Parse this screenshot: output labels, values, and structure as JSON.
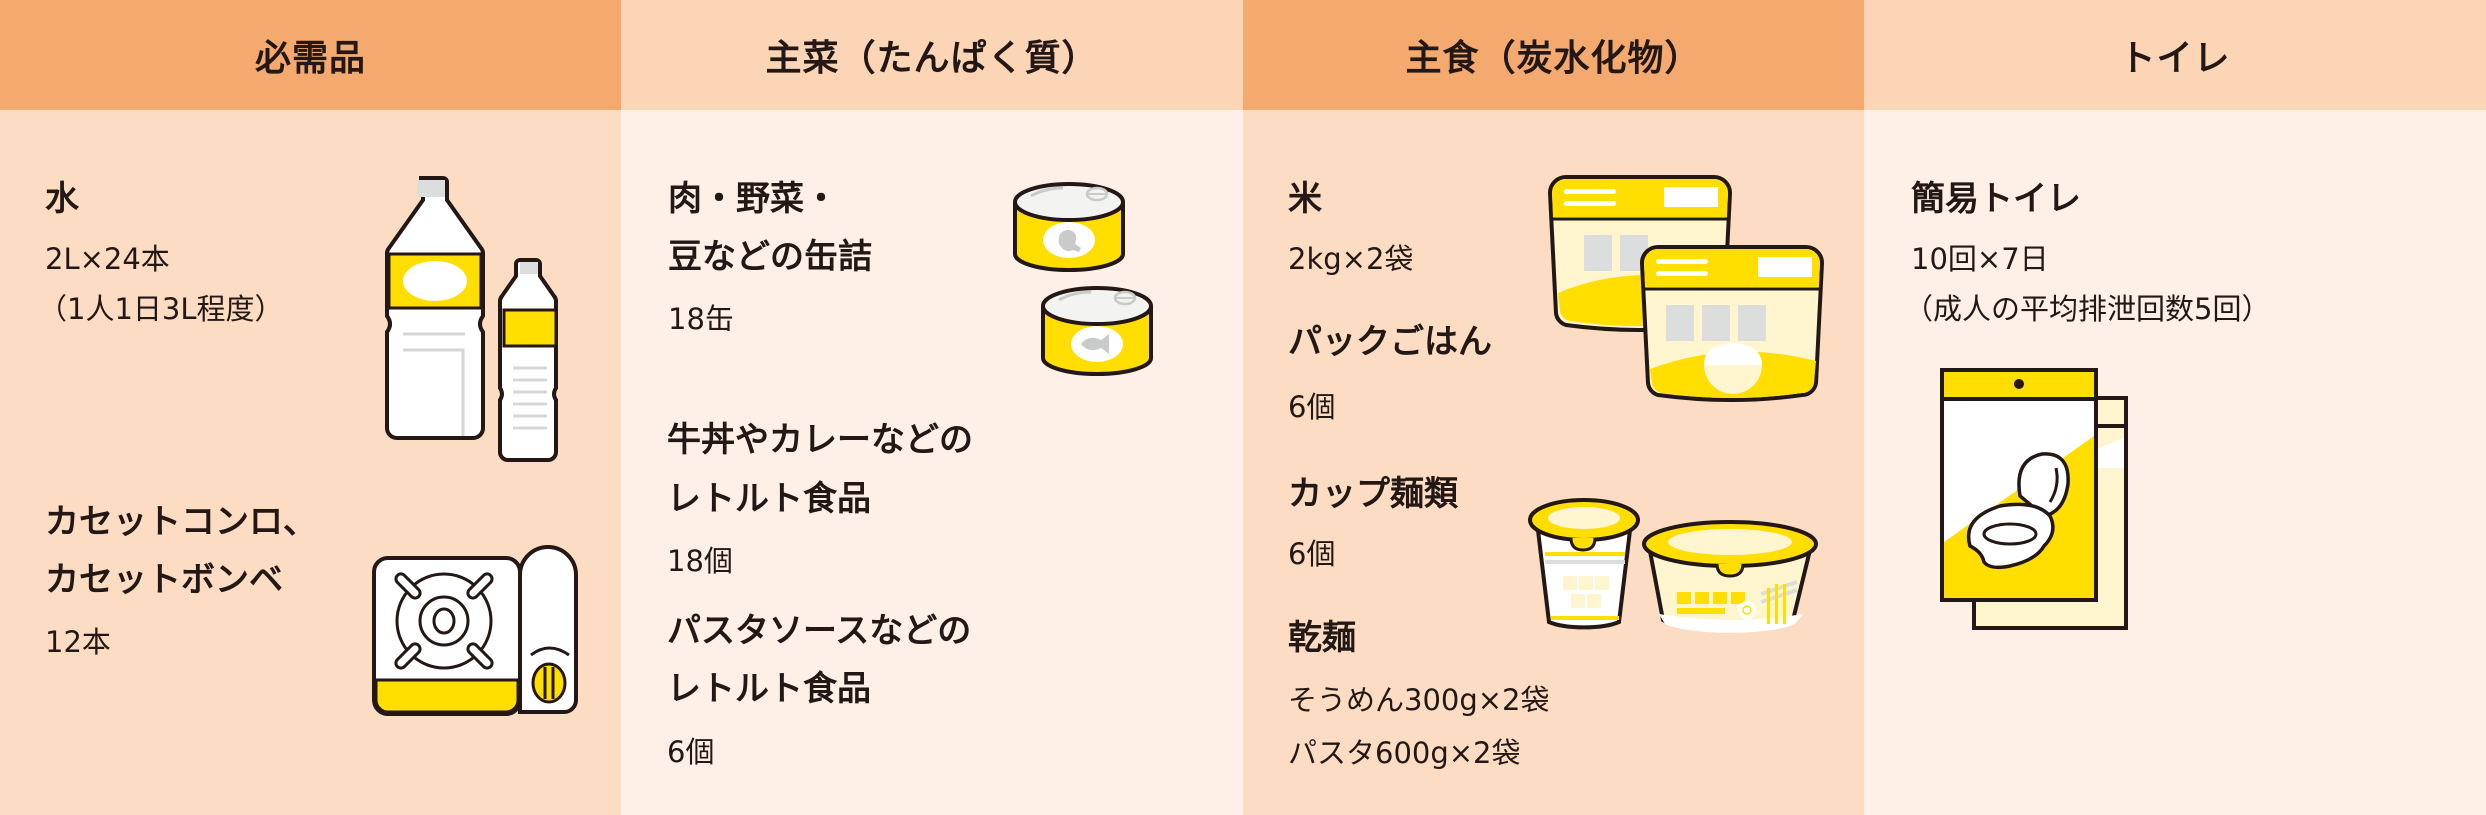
{
  "colors": {
    "header_dark": "#F4AA6E",
    "header_light": "#FBD5B5",
    "body_dark": "#FCDCC2",
    "body_light": "#FEF0E7",
    "illustration_yellow": "#FFDE00",
    "illustration_cream": "#FFF6CF",
    "outline": "#231815",
    "text": "#231815"
  },
  "columns": [
    {
      "header": "必需品",
      "items": [
        {
          "name": "水",
          "qty_lines": [
            "2L×24本",
            "（1人1日3L程度）"
          ],
          "icon": "water-bottles-icon"
        },
        {
          "name_lines": [
            "カセットコンロ、",
            "カセットボンベ"
          ],
          "qty_lines": [
            "12本"
          ],
          "icon": "cassette-stove-icon"
        }
      ]
    },
    {
      "header": "主菜（たんぱく質）",
      "items": [
        {
          "name_lines": [
            "肉・野菜・",
            "豆などの缶詰"
          ],
          "qty_lines": [
            "18缶"
          ],
          "icon": "canned-food-icon"
        },
        {
          "name_lines": [
            "牛丼やカレーなどの",
            "レトルト食品"
          ],
          "qty_lines": [
            "18個"
          ]
        },
        {
          "name_lines": [
            "パスタソースなどの",
            "レトルト食品"
          ],
          "qty_lines": [
            "6個"
          ]
        }
      ]
    },
    {
      "header": "主食（炭水化物）",
      "items": [
        {
          "name": "米",
          "qty_lines": [
            "2kg×2袋"
          ],
          "icon": "rice-pouch-icon"
        },
        {
          "name": "パックごはん",
          "qty_lines": [
            "6個"
          ]
        },
        {
          "name": "カップ麺類",
          "qty_lines": [
            "6個"
          ],
          "icon": "cup-noodles-icon"
        },
        {
          "name": "乾麺",
          "qty_lines": [
            "そうめん300g×2袋",
            "パスタ600g×2袋"
          ]
        }
      ]
    },
    {
      "header": "トイレ",
      "items": [
        {
          "name": "簡易トイレ",
          "qty_lines": [
            "10回×7日",
            "（成人の平均排泄回数5回）"
          ],
          "icon": "portable-toilet-icon"
        }
      ]
    }
  ]
}
